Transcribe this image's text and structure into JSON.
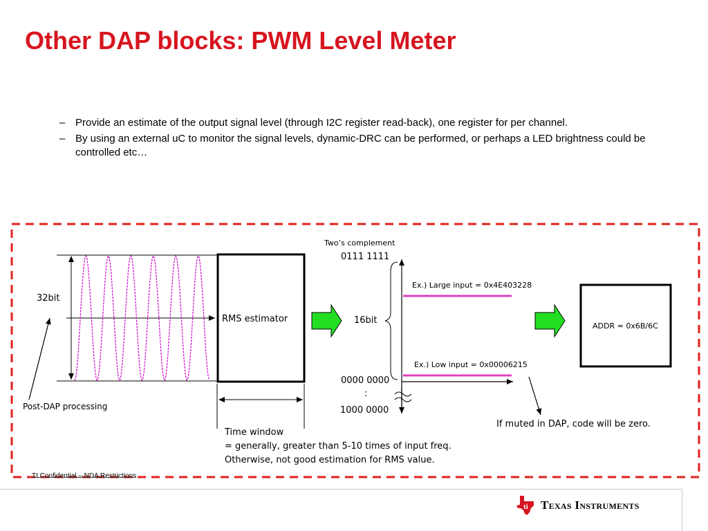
{
  "title": "Other DAP blocks: PWM  Level Meter",
  "bullets": [
    {
      "dash": "–",
      "text": "Provide an estimate of the output signal level (through I2C register read-back), one register for per channel."
    },
    {
      "dash": "–",
      "text": "By using an external uC to monitor the signal levels, dynamic-DRC can be performed, or perhaps a LED brightness could be controlled etc…"
    }
  ],
  "diagram": {
    "input_bits_label": "32bit",
    "post_dap_label": "Post-DAP processing",
    "rms_label": "RMS estimator",
    "time_window": {
      "line1": "Time window",
      "line2": "= generally, greater than 5-10 times of input freq.",
      "line3": "Otherwise, not good estimation for RMS value."
    },
    "twos_complement": "Two’s complement",
    "max_code": "0111 1111",
    "bits16_label": "16bit",
    "zero_code": "0000 0000",
    "colon": ":",
    "min_code": "1000 0000",
    "large_input": "Ex.) Large input = 0x4E403228",
    "low_input": "Ex.) Low input = 0x00006215",
    "muted_note": "If muted in DAP, code will be zero.",
    "addr_label": "ADDR = 0x6B/6C"
  },
  "footer": {
    "confidential": "TI Confidential – NDA Restrictions",
    "logo_text": "Texas Instruments"
  },
  "colors": {
    "title": "#d7151f",
    "dashed_border": "#e0201c",
    "sine": "#cc00cc",
    "level_bar": "#e040c0",
    "arrow_fill": "#22dd22"
  }
}
